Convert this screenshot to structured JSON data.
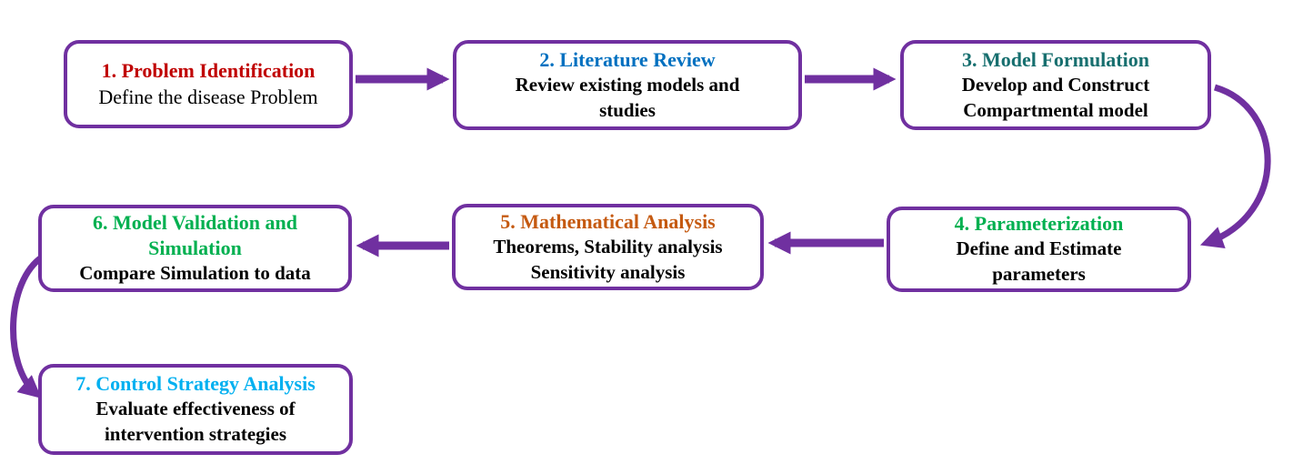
{
  "diagram": {
    "name": "Disease modelling workflow flowchart",
    "type": "flowchart"
  },
  "colors": {
    "box_border": "#7030A0",
    "arrow": "#7030A0",
    "subtitle_text": "#000000",
    "background": "#FFFFFF"
  },
  "steps": [
    {
      "title": "1. Problem Identification",
      "title_color": "#C00000",
      "subtitle": [
        "Define the disease Problem"
      ]
    },
    {
      "title": "2. Literature Review",
      "title_color": "#0070C0",
      "subtitle": [
        "Review existing models and",
        "studies"
      ]
    },
    {
      "title": "3. Model Formulation",
      "title_color": "#176F6F",
      "subtitle": [
        "Develop and Construct",
        "Compartmental model"
      ]
    },
    {
      "title": "4. Parameterization",
      "title_color": "#00B050",
      "subtitle": [
        "Define and Estimate",
        "parameters"
      ]
    },
    {
      "title": "5. Mathematical Analysis",
      "title_color": "#C55A11",
      "subtitle": [
        "Theorems, Stability analysis",
        "Sensitivity analysis"
      ]
    },
    {
      "title": [
        "6. Model Validation and",
        "Simulation"
      ],
      "title_color": "#00B050",
      "subtitle": [
        "Compare Simulation to data"
      ]
    },
    {
      "title": "7. Control Strategy Analysis",
      "title_color": "#00B0F0",
      "subtitle": [
        "Evaluate effectiveness of",
        "intervention strategies"
      ]
    }
  ],
  "arrows": [
    {
      "from": "step-1",
      "to": "step-2",
      "shape": "straight-right"
    },
    {
      "from": "step-2",
      "to": "step-3",
      "shape": "straight-right"
    },
    {
      "from": "step-3",
      "to": "step-4",
      "shape": "curve-right-down"
    },
    {
      "from": "step-4",
      "to": "step-5",
      "shape": "straight-left"
    },
    {
      "from": "step-5",
      "to": "step-6",
      "shape": "straight-left"
    },
    {
      "from": "step-6",
      "to": "step-7",
      "shape": "curve-left-down"
    }
  ]
}
